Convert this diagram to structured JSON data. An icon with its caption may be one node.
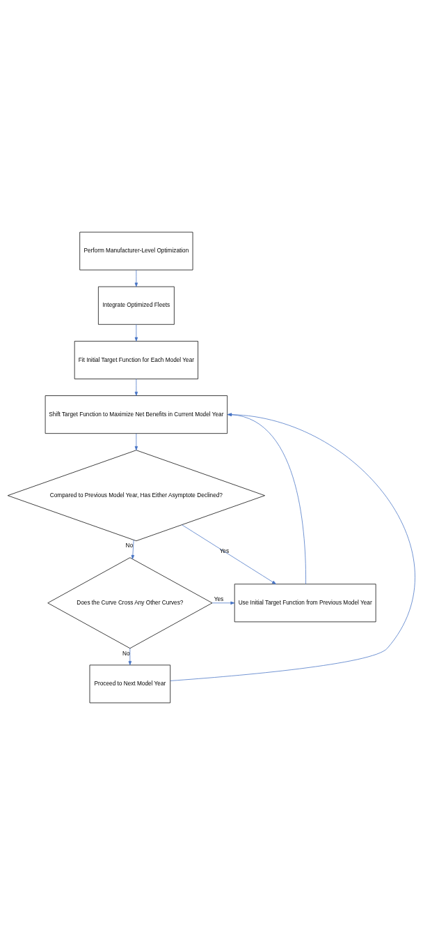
{
  "diagram": {
    "nodes": [
      {
        "text": [
          "Perform Manufacturer-Level Optimization"
        ]
      },
      {
        "text": [
          "Integrate Optimized Fleets"
        ]
      },
      {
        "text": [
          "Fit Initial Target Function for Each Model Year"
        ]
      },
      {
        "text": [
          "Shift Target Function to Maximize Net Benefits in Current Model Year"
        ]
      },
      {
        "text": [
          "Compared to Previous Model Year, Has Either Asymptote Declined?"
        ]
      },
      {
        "text": [
          "Use Initial Target Function from Previous Model Year"
        ]
      },
      {
        "text": [
          "Does the Curve Cross Any Other Curves?"
        ]
      },
      {
        "text": [
          "Proceed to Next Model Year"
        ]
      }
    ],
    "edges": [
      {
        "from": 0,
        "to": 1,
        "arrow": "to"
      },
      {
        "from": 1,
        "to": 2,
        "arrow": "to"
      },
      {
        "from": 2,
        "to": 3,
        "arrow": "to"
      },
      {
        "from": 3,
        "to": 4,
        "arrow": "to"
      },
      {
        "from": 4,
        "to": 5,
        "arrow": "to",
        "label": "Yes"
      },
      {
        "from": 6,
        "to": 5,
        "arrow": "to",
        "label": "Yes"
      },
      {
        "from": 4,
        "to": 6,
        "arrow": "to",
        "label": "No"
      },
      {
        "from": 6,
        "to": 7,
        "arrow": "to",
        "label": "No"
      },
      {
        "from": 5,
        "to": 3,
        "arrow": "to"
      },
      {
        "from": 7,
        "to": 3,
        "arrow": "to"
      }
    ]
  }
}
